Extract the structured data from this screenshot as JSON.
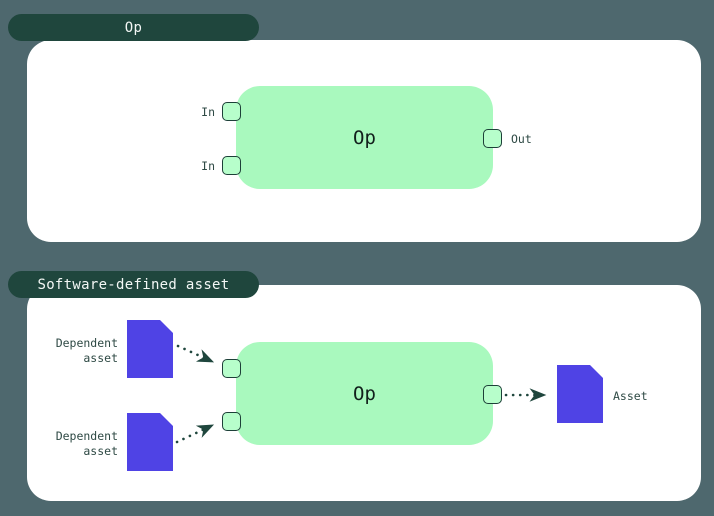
{
  "colors": {
    "background": "#4e686e",
    "panel": "#ffffff",
    "tab_bg": "#1f463d",
    "tab_text": "#f3f7f5",
    "node_green": "#a9f9be",
    "handle_fill": "#b7fecb",
    "handle_border": "#1d4038",
    "asset_purple": "#4f43e5",
    "label_text": "#2f4a45",
    "node_text": "#111f1b",
    "arrow": "#1f463d"
  },
  "panel_op": {
    "tab_label": "Op",
    "node_label": "Op",
    "input_labels": [
      "In",
      "In"
    ],
    "output_label": "Out"
  },
  "panel_sda": {
    "tab_label": "Software-defined asset",
    "node_label": "Op",
    "dependent_assets": [
      {
        "line1": "Dependent",
        "line2": "asset"
      },
      {
        "line1": "Dependent",
        "line2": "asset"
      }
    ],
    "asset_label": "Asset"
  }
}
